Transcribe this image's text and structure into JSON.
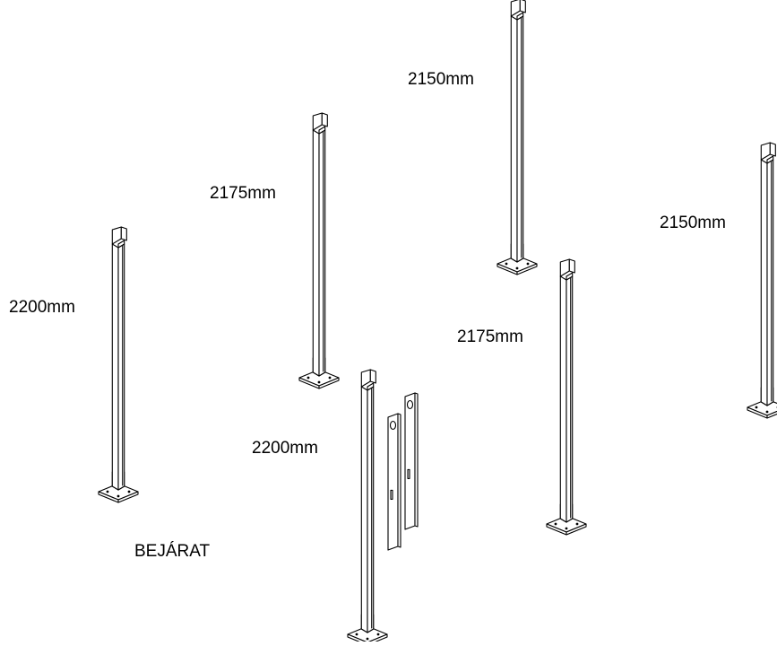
{
  "colors": {
    "line": "#000000",
    "background": "#ffffff"
  },
  "labels": {
    "post_1": "2200mm",
    "post_2": "2175mm",
    "post_3": "2150mm",
    "post_4": "2150mm",
    "post_5": "2175mm",
    "post_6": "2200mm",
    "entrance": "BEJÁRAT"
  }
}
